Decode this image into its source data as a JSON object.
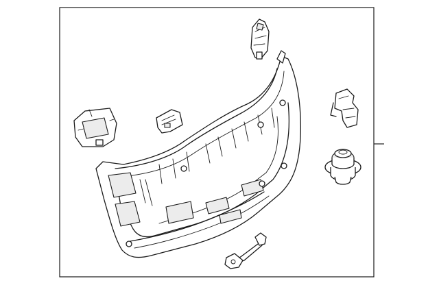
{
  "diagram": {
    "parts": [
      {
        "name": "liftgate-trim-panel"
      },
      {
        "name": "upper-right-bracket"
      },
      {
        "name": "right-clip"
      },
      {
        "name": "grommet-plug"
      },
      {
        "name": "left-module"
      },
      {
        "name": "center-clip"
      },
      {
        "name": "pull-handle-strap"
      }
    ],
    "callouts": [
      {
        "target": "liftgate-trim-panel",
        "label": ""
      }
    ]
  }
}
